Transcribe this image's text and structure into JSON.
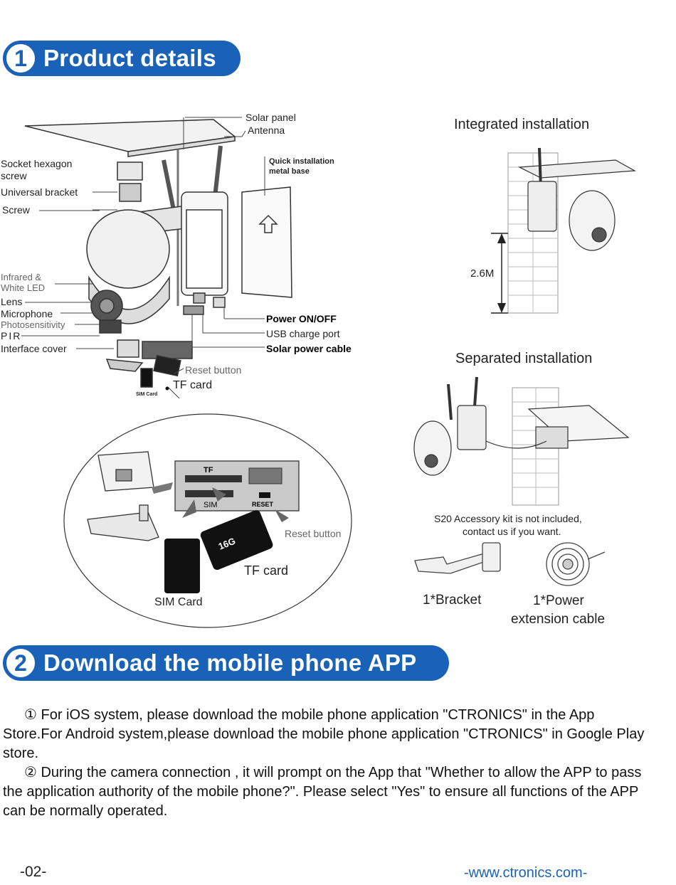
{
  "section1": {
    "number": "1",
    "title": "Product details"
  },
  "labels": {
    "solar_panel": "Solar panel",
    "antenna": "Antenna",
    "socket_hexagon_screw_1": "Socket hexagon",
    "socket_hexagon_screw_2": "screw",
    "universal_bracket": "Universal bracket",
    "screw": "Screw",
    "quick_install_1": "Quick installation",
    "quick_install_2": "metal base",
    "infrared_1": "Infrared &",
    "infrared_2": "White LED",
    "lens": "Lens",
    "microphone": "Microphone",
    "photosensitivity": "Photosensitivity",
    "pir": "PIR",
    "interface_cover": "Interface cover",
    "power_onoff": "Power ON/OFF",
    "usb_charge": "USB charge port",
    "solar_cable": "Solar power cable",
    "reset_button": "Reset button",
    "tf_card": "TF card",
    "sim_card_small": "SIM Card"
  },
  "detail": {
    "tf": "TF",
    "sim": "SIM",
    "reset": "RESET",
    "card_16g": "16G",
    "reset_button": "Reset button",
    "tf_card": "TF card",
    "sim_card": "SIM Card"
  },
  "integrated": {
    "title": "Integrated installation",
    "height": "2.6M"
  },
  "separated": {
    "title": "Separated installation"
  },
  "accessory": {
    "note_1": "S20 Accessory kit is not included,",
    "note_2": "contact us if you want.",
    "bracket": "1*Bracket",
    "cable_1": "1*Power",
    "cable_2": "extension cable"
  },
  "section2": {
    "number": "2",
    "title": "Download the mobile phone APP"
  },
  "instructions": {
    "p1": "① For iOS system, please download the mobile phone application \"CTRONICS\" in the App Store.For Android system,please download the mobile phone application \"CTRONICS\" in Google Play store.",
    "p2": "② During the camera connection , it will prompt on the App that \"Whether to allow the APP to pass the application authority of the mobile phone?\". Please select \"Yes\" to ensure all functions of the APP can be normally operated."
  },
  "footer": {
    "page": "-02-",
    "website": "-www.ctronics.com-"
  }
}
